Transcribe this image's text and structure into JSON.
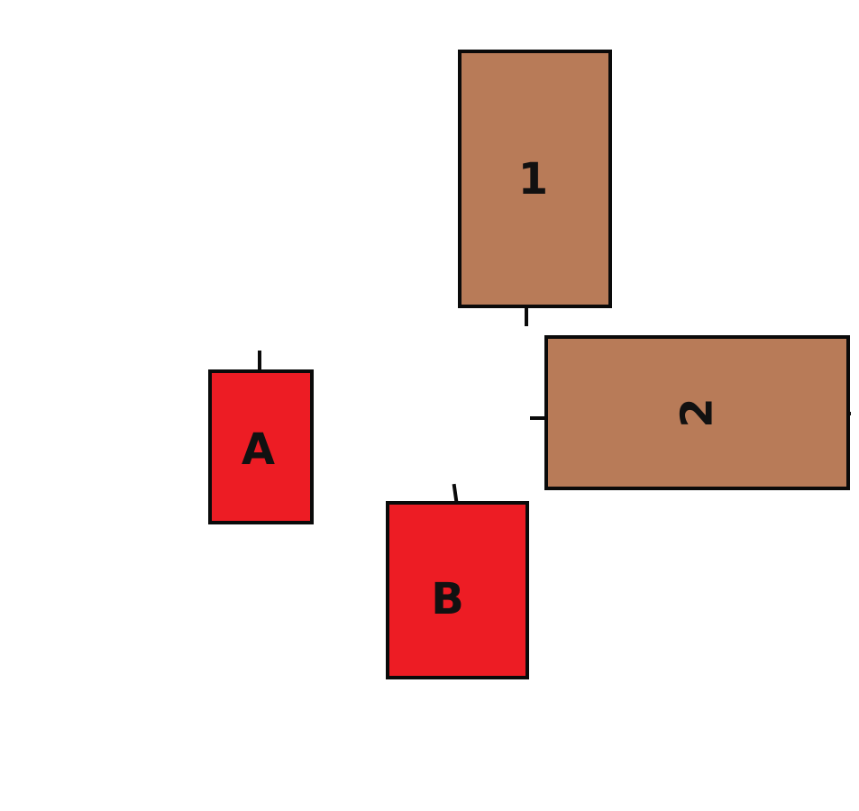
{
  "colors": {
    "brown": "#b87b58",
    "red": "#ed1c24",
    "outline": "#0a0a0a"
  },
  "boxes": {
    "one": {
      "label": "1"
    },
    "two": {
      "label": "2"
    },
    "a": {
      "label": "A"
    },
    "b": {
      "label": "B"
    }
  }
}
